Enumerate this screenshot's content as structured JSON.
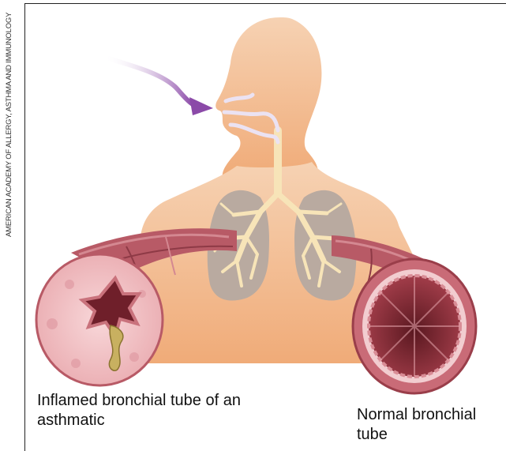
{
  "credit": "AMERICAN ACADEMY OF ALLERGY, ASTHMA AND IMMUNOLOGY",
  "labels": {
    "inflamed": "Inflamed bronchial tube of an asthmatic",
    "normal": "Normal bronchial tube"
  },
  "colors": {
    "skin": "#f4b98c",
    "lung": "#b9aaa0",
    "bronchi": "#f7e4b8",
    "tissue": "#b85a66",
    "pink": "#f1c3c6",
    "airflow": "#8b4aa8"
  }
}
